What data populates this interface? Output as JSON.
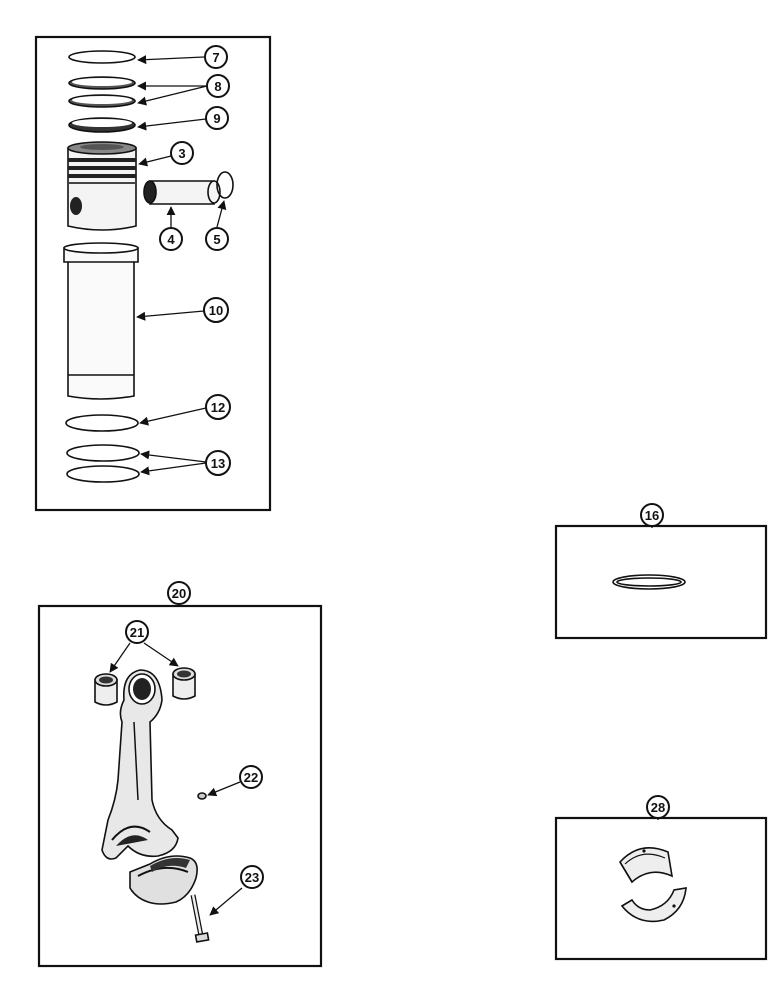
{
  "diagram": {
    "panels": {
      "piston_cylinder_kit": {
        "callouts": [
          "7",
          "8",
          "9",
          "3",
          "4",
          "5",
          "10",
          "12",
          "13"
        ]
      },
      "seal_ring": {
        "callout": "16"
      },
      "connecting_rod": {
        "callout": "20",
        "subcallouts": [
          "21",
          "22",
          "23"
        ]
      },
      "bearing_shells": {
        "callout": "28"
      }
    }
  }
}
